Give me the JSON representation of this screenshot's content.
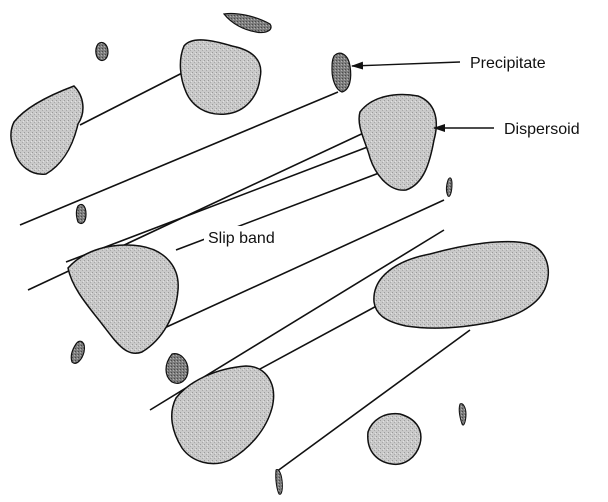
{
  "labels": {
    "precipitate": "Precipitate",
    "dispersoid": "Dispersoid",
    "slip_band": "Slip band"
  },
  "colors": {
    "ink": "#111111",
    "dispersoid_fill": "#c9c9c9",
    "precipitate_fill": "#7d7d7d",
    "background": "#ffffff"
  }
}
